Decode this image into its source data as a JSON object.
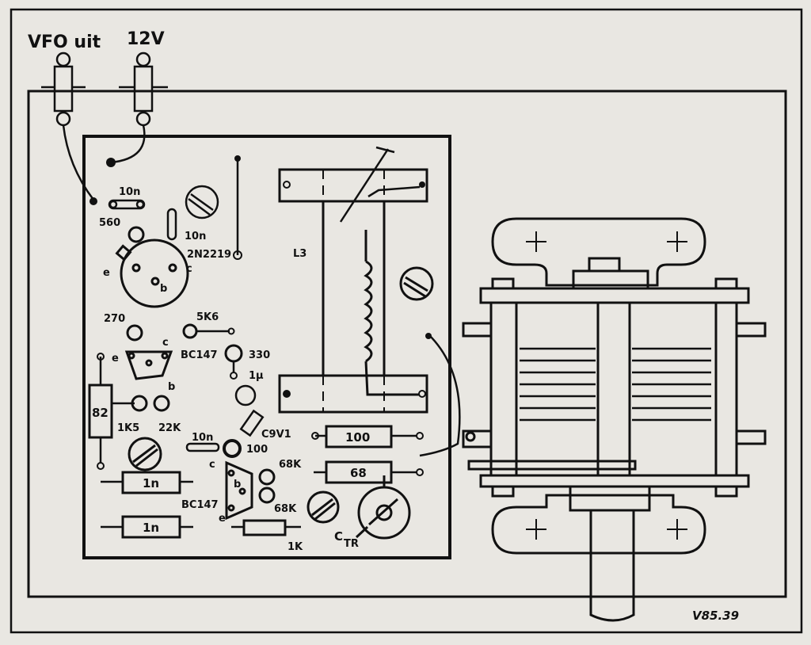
{
  "connectors": {
    "vfo_out": "VFO uit",
    "supply": "12V"
  },
  "components": {
    "c_10n_top": "10n",
    "r_560": "560",
    "c_10n_mid": "10n",
    "transistor_1": "2N2219",
    "pin_e1": "e",
    "pin_b1": "b",
    "pin_c1": "c",
    "coil": "L3",
    "r_270": "270",
    "r_5k6": "5K6",
    "pin_c2": "c",
    "pin_e2": "e",
    "transistor_2": "BC147",
    "r_330": "330",
    "c_1u": "1μ",
    "pin_b2": "b",
    "r_82": "82",
    "r_1k5": "1K5",
    "r_22k": "22K",
    "c_10n_low": "10n",
    "diode": "C9V1",
    "c_100": "100",
    "c_100_body": "100",
    "pin_c3": "c",
    "r_68k_1": "68K",
    "c_68_body": "68",
    "pin_b3": "b",
    "c_1n_1": "1n",
    "transistor_3": "BC147",
    "r_68k_2": "68K",
    "pin_e3": "e",
    "c_1n_2": "1n",
    "r_1k": "1K",
    "trimmer_c": "C",
    "trimmer_sub": "TR"
  },
  "figure_code": "V85.39"
}
